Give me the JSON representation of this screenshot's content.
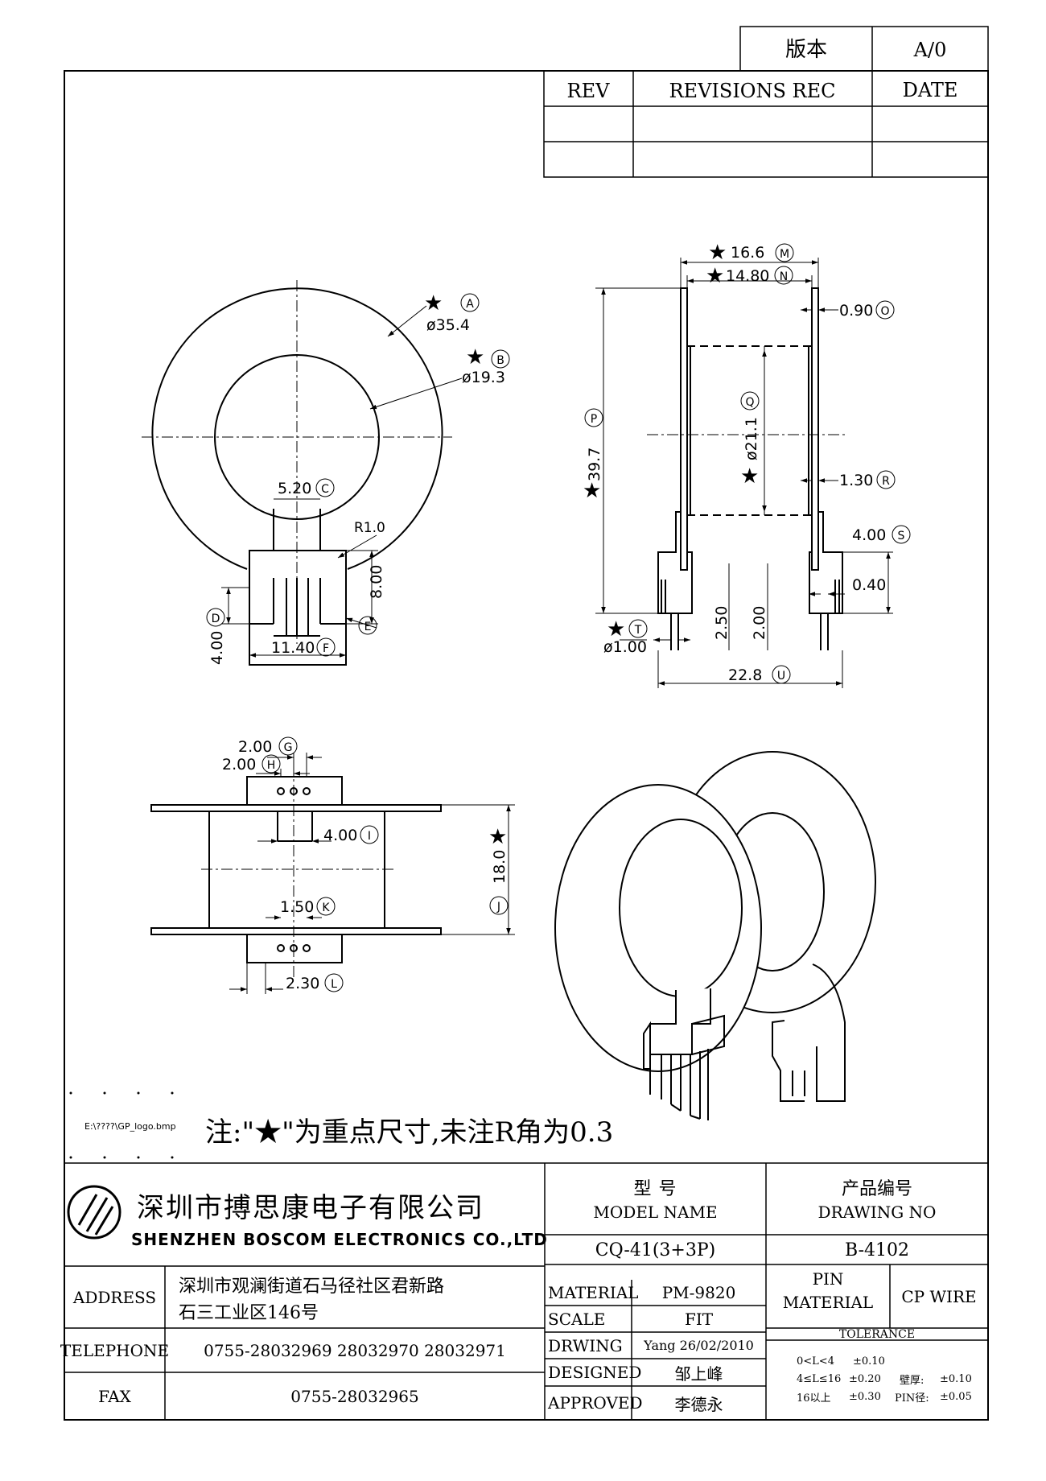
{
  "revision_box": {
    "version_label": "版本",
    "version_value": "A/0",
    "rev_header": "REV",
    "revisions_header": "REVISIONS REC",
    "date_header": "DATE"
  },
  "dimensions": {
    "top_view": {
      "dA": "ø35.4",
      "dA_tag": "A",
      "dB": "ø19.3",
      "dB_tag": "B",
      "dC": "5.20",
      "dC_tag": "C",
      "dR": "R1.0",
      "d8": "8.00",
      "dD": "4.00",
      "dD_tag": "D",
      "dE_tag": "E",
      "dF": "11.40",
      "dF_tag": "F"
    },
    "side_view": {
      "dM": "16.6",
      "dM_tag": "M",
      "dN": "14.80",
      "dN_tag": "N",
      "dO": "0.90",
      "dO_tag": "O",
      "dP": "39.7",
      "dP_tag": "P",
      "dQ": "ø21.1",
      "dQ_tag": "Q",
      "dR": "1.30",
      "dR_tag": "R",
      "dS": "4.00",
      "dS_tag": "S",
      "d040": "0.40",
      "dT": "ø1.00",
      "dT_tag": "T",
      "d250": "2.50",
      "d200": "2.00",
      "dU": "22.8",
      "dU_tag": "U"
    },
    "bottom_view": {
      "dG": "2.00",
      "dG_tag": "G",
      "dH": "2.00",
      "dH_tag": "H",
      "dI": "4.00",
      "dI_tag": "I",
      "dJ": "18.0",
      "dJ_tag": "J",
      "dK": "1.50",
      "dK_tag": "K",
      "dL": "2.30",
      "dL_tag": "L"
    }
  },
  "logo_path": "E:\\????\\GP_logo.bmp",
  "note": "注:\"★\"为重点尺寸,未注R角为0.3",
  "star": "★",
  "title_block": {
    "company_cn": "深圳市搏思康电子有限公司",
    "company_en": "SHENZHEN BOSCOM ELECTRONICS CO.,LTD",
    "model_label_cn": "型   号",
    "model_label_en": "MODEL NAME",
    "drawing_label_cn": "产品编号",
    "drawing_label_en": "DRAWING NO",
    "model_value": "CQ-41(3+3P)",
    "drawing_value": "B-4102",
    "address_label": "ADDRESS",
    "address_line1": "深圳市观澜街道石马径社区君新路",
    "address_line2": "石三工业区146号",
    "telephone_label": "TELEPHONE",
    "telephone_value": "0755-28032969 28032970 28032971",
    "fax_label": "FAX",
    "fax_value": "0755-28032965",
    "material_label": "MATERIAL",
    "material_value": "PM-9820",
    "scale_label": "SCALE",
    "scale_value": "FIT",
    "drawing_label": "DRWING",
    "drawing_by": "Yang 26/02/2010",
    "designed_label": "DESIGNED",
    "designed_by": "邹上峰",
    "approved_label": "APPROVED",
    "approved_by": "李德永",
    "pin_material_label_1": "PIN",
    "pin_material_label_2": "MATERIAL",
    "pin_material_value": "CP WIRE",
    "tolerance_label": "TOLERANCE",
    "tol_r1_range": "0<L<4",
    "tol_r1_value": "±0.10",
    "tol_r2_range": "4≤L≤16",
    "tol_r2_value": "±0.20",
    "tol_wall_label": "壁厚:",
    "tol_wall_value": "±0.10",
    "tol_r3_range": "16以上",
    "tol_r3_value": "±0.30",
    "tol_pin_label": "PIN径:",
    "tol_pin_value": "±0.05"
  }
}
